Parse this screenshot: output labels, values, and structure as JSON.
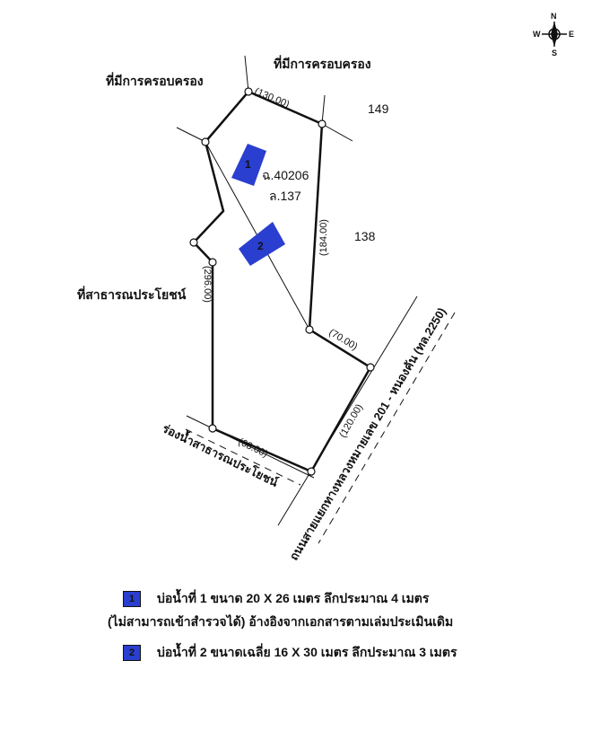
{
  "compass": {
    "n": "N",
    "e": "E",
    "s": "S",
    "w": "W"
  },
  "labels": {
    "occupied_top": "ที่มีการครอบครอง",
    "occupied_left": "ที่มีการครอบครอง",
    "public_land": "ที่สาธารณประโยชน์",
    "canal": "ร่องน้ำสาธารณประโยชน์",
    "road": "ถนนสายแยกทางหลวงหมายเลข 201 - หนองคัน (ทล.2250)",
    "parcel_149": "149",
    "parcel_138": "138",
    "deed": "ฉ.40206",
    "lot": "ล.137"
  },
  "dimensions": {
    "d130": "(130.00)",
    "d184": "(184.00)",
    "d296": "(296.00)",
    "d70": "(70.00)",
    "d120": "(120.00)",
    "d68": "(68.00)"
  },
  "ponds": [
    {
      "number": "1",
      "color": "#2a3fd0"
    },
    {
      "number": "2",
      "color": "#2a3fd0"
    }
  ],
  "legend": [
    {
      "number": "1",
      "line1": "บ่อน้ำที่ 1 ขนาด 20 X 26 เมตร ลึกประมาณ 4 เมตร",
      "line2": "(ไม่สามารถเข้าสำรวจได้) อ้างอิงจากเอกสารตามเล่มประเมินเดิม"
    },
    {
      "number": "2",
      "line1": "บ่อน้ำที่ 2 ขนาดเฉลี่ย 16 X 30 เมตร ลึกประมาณ 3 เมตร"
    }
  ]
}
